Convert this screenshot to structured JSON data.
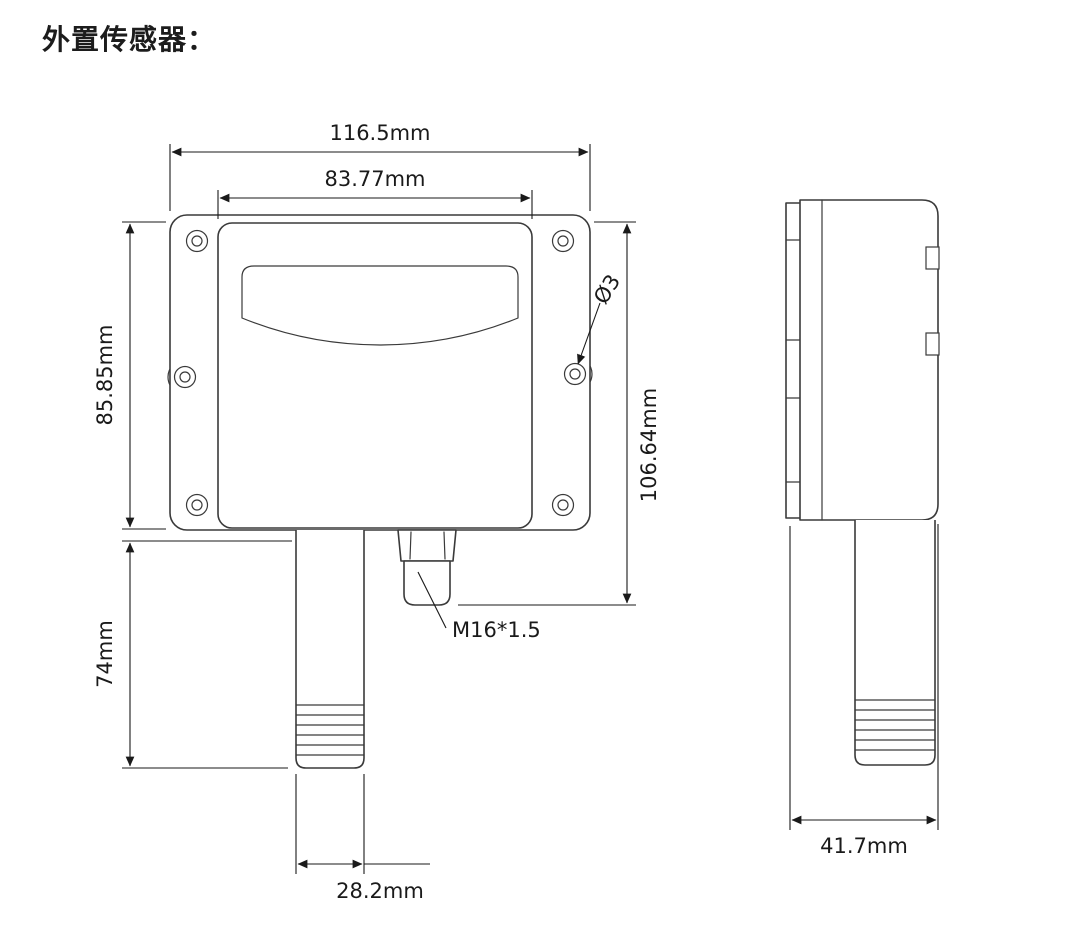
{
  "title": "外置传感器：",
  "front_view": {
    "dim_total_width": "116.5mm",
    "dim_lid_width": "83.77mm",
    "dim_body_height": "85.85mm",
    "dim_probe_length": "74mm",
    "dim_overall_height": "106.64mm",
    "hole_label": "Ø3",
    "gland_label": "M16*1.5",
    "dim_probe_width": "28.2mm"
  },
  "side_view": {
    "dim_depth": "41.7mm"
  }
}
